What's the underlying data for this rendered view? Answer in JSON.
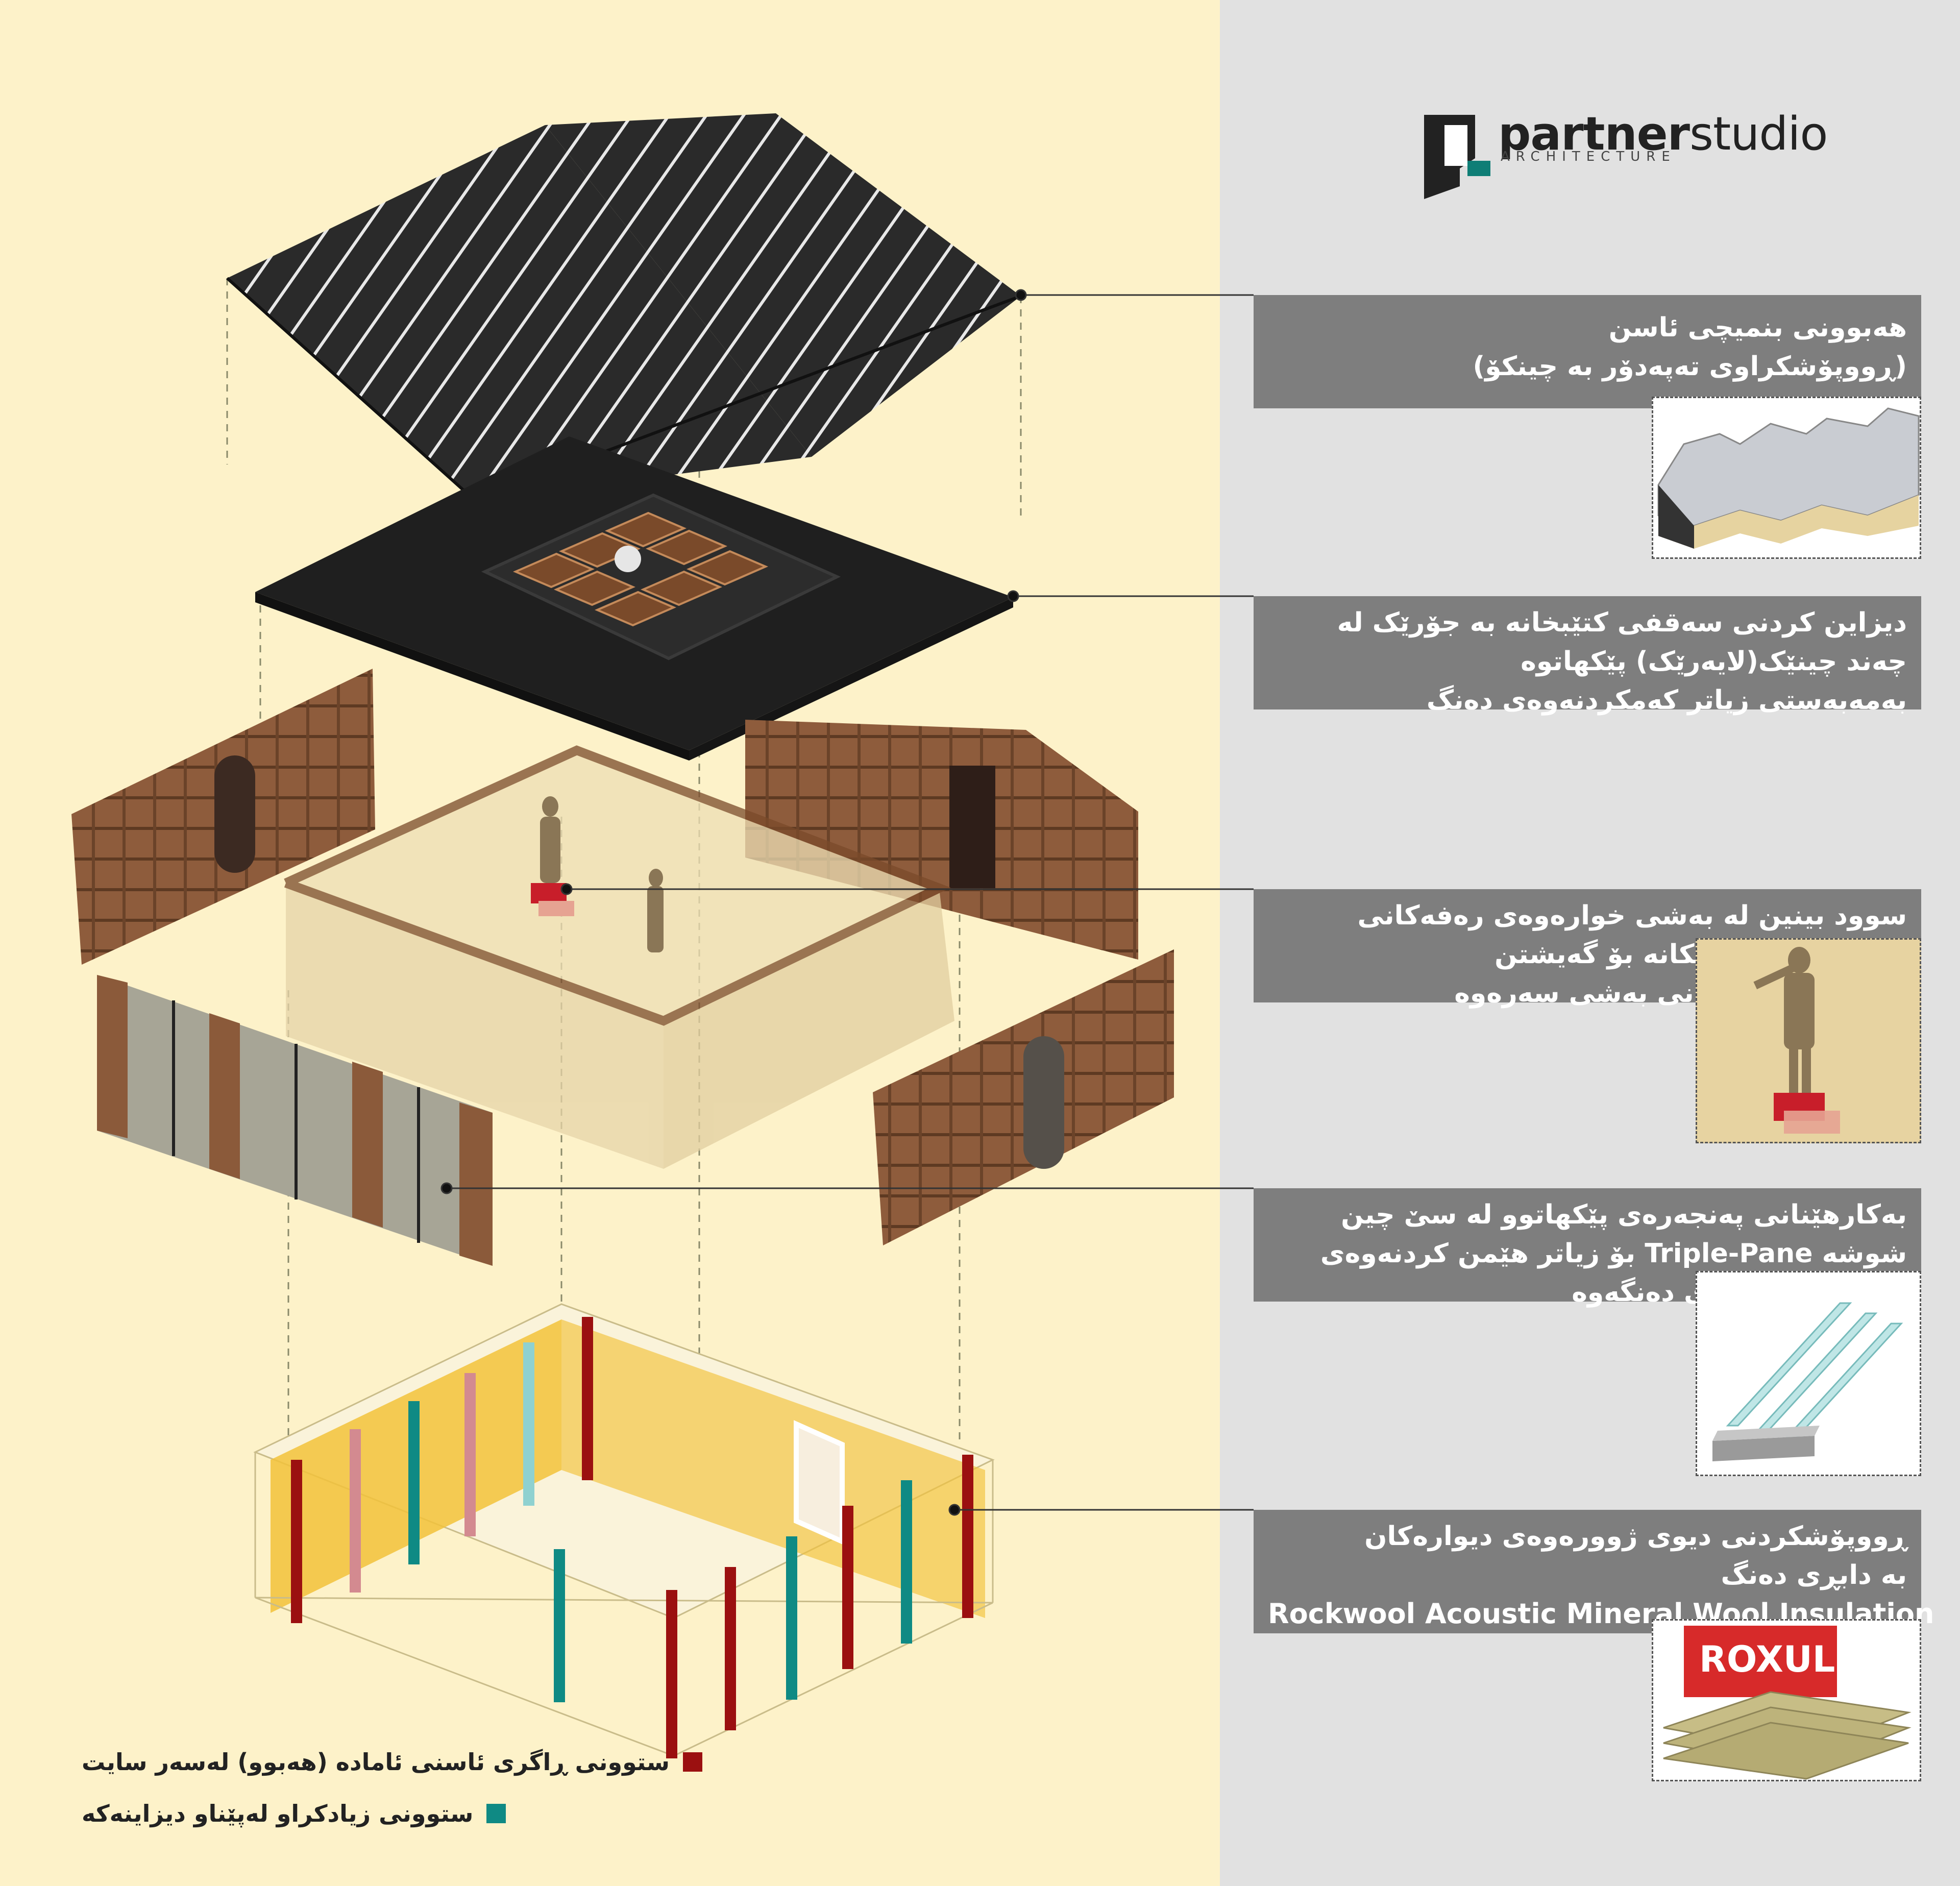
{
  "brand": {
    "name_bold": "partner",
    "name_light": "studio",
    "tagline": "ARCHITECTURE",
    "colors": {
      "dark": "#222222",
      "accent": "#0f7e76"
    }
  },
  "callouts": [
    {
      "id": "roof",
      "lines": [
        "هەبوونی بنمیچی ئاسن",
        "(ڕووپۆشکراوی تەپەدۆر بە چینکۆ)"
      ],
      "image": "sandwich-panel-icon"
    },
    {
      "id": "ceiling",
      "lines": [
        "دیزاین کردنی سەقفی کتێبخانە بە جۆرێک لە",
        "چەند چینێک(لایەرێک) پێکهاتوە",
        "بەمەبەستی زیاتر کەمکردنەوەی دەنگ"
      ]
    },
    {
      "id": "ladder",
      "lines": [
        "سوود بینین لە بەشی خوارەوەی رەفەکانی",
        "کتێبخانە وەک پلیکانە بۆ گەیشتن",
        "بە بەشی کتێبەکانی بەشی سەرەوە"
      ],
      "image": "reading-person-icon"
    },
    {
      "id": "glass",
      "lines": [
        "بەکارهێنانی پەنجەرەی پێکهاتوو لە سێ چین",
        "شوشە Triple-Pane بۆ زیاتر هێمن کردنەوەی",
        "کتێبخانە لە ڕووی دەنگەوە"
      ],
      "image": "triple-pane-window-icon"
    },
    {
      "id": "insulation",
      "lines": [
        "ڕووپۆشکردنی دیوی ژوورەوەی دیوارەکان",
        "بە دابڕی دەنگ",
        "Rockwool Acoustic Mineral Wool Insulation"
      ],
      "image": "rockwool-insulation-icon",
      "image_text": "ROXUL"
    }
  ],
  "legend": [
    {
      "label": "ستوونی ڕاگری ئاسنی ئامادە (هەبوو) لەسەر سایت",
      "color": "#9b1010"
    },
    {
      "label": "ستوونی زیادکراو لەپێناو دیزاینەکە",
      "color": "#0f8a84"
    }
  ],
  "colors": {
    "left_bg": "#fdf2c9",
    "right_bg": "#e1e1e1",
    "callout_bg": "#7e7e7e",
    "roof": "#2b2b2b",
    "ceiling": "#1f1f1f",
    "wood": "#8b5a3a",
    "insulation": "#f2c23a",
    "existing_column": "#9b1010",
    "new_column": "#0f8a84"
  }
}
